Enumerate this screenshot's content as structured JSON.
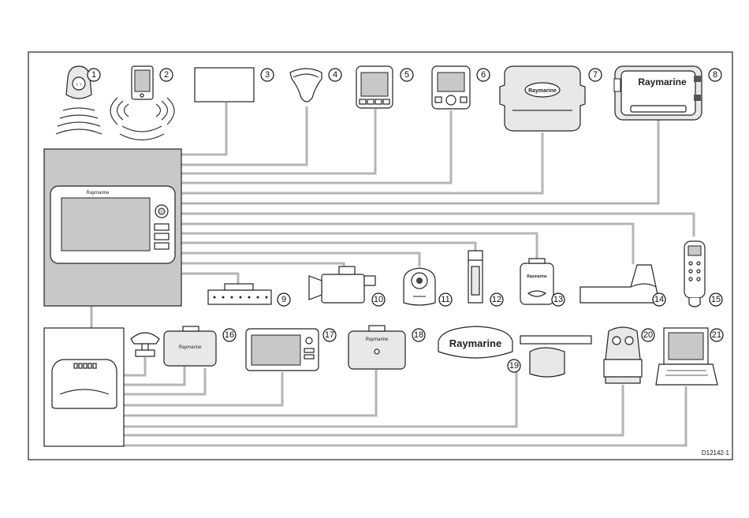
{
  "diagram": {
    "reference_code": "D12142-1",
    "brand_label": "Raymarine",
    "callouts": [
      "1",
      "2",
      "3",
      "4",
      "5",
      "6",
      "7",
      "8",
      "9",
      "10",
      "11",
      "12",
      "13",
      "14",
      "15",
      "16",
      "17",
      "18",
      "19",
      "20",
      "21"
    ]
  },
  "colors": {
    "connection_line": "#b5b5b5",
    "display_panel": "#c8c8c8",
    "outline": "#222222"
  }
}
